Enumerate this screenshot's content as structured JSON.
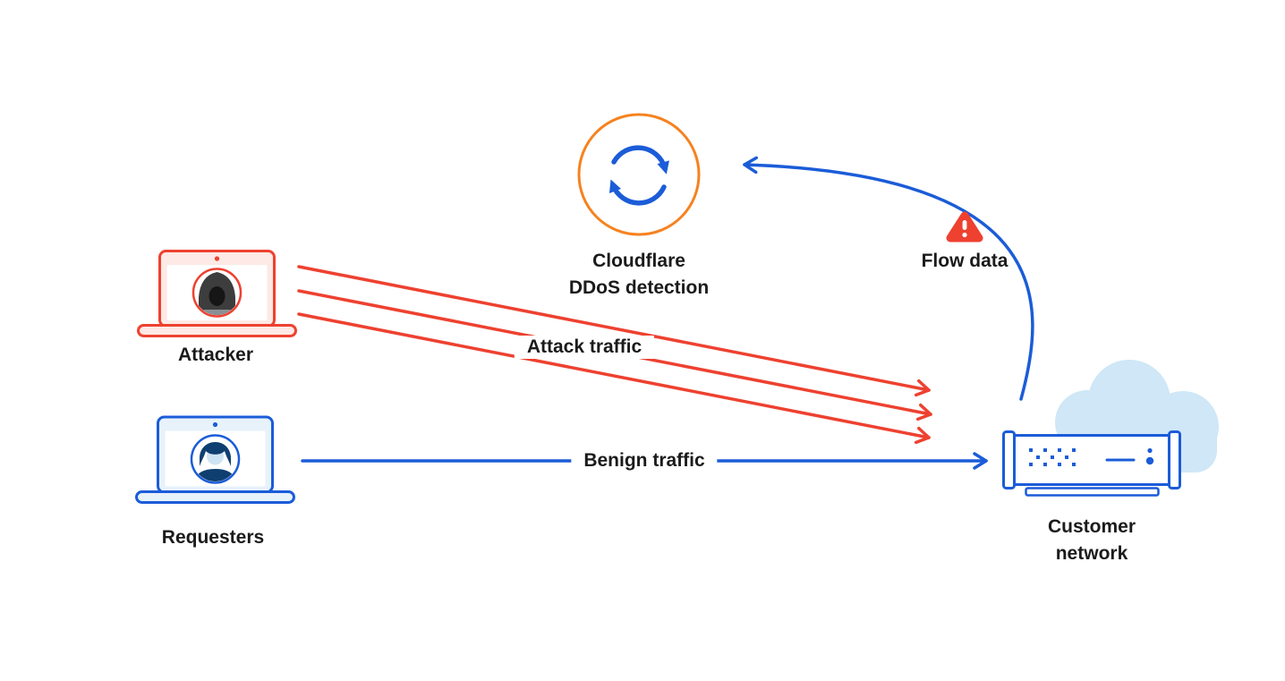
{
  "nodes": {
    "cloudflare": {
      "line1": "Cloudflare",
      "line2": "DDoS detection",
      "icon": "sync-icon"
    },
    "flow_data": {
      "label": "Flow data",
      "icon": "warning-icon"
    },
    "attacker": {
      "label": "Attacker",
      "icon": "attacker-laptop-icon"
    },
    "requesters": {
      "label": "Requesters",
      "icon": "requester-laptop-icon"
    },
    "customer": {
      "line1": "Customer",
      "line2": "network",
      "icon": "router-cloud-icon"
    }
  },
  "edges": {
    "attack": {
      "label": "Attack traffic",
      "from": "attacker",
      "to": "customer",
      "line_count": 3,
      "color": "#ee4130"
    },
    "benign": {
      "label": "Benign traffic",
      "from": "requesters",
      "to": "customer",
      "color": "#1b5cd8"
    },
    "flow": {
      "from": "customer",
      "to": "cloudflare",
      "color": "#1b5cd8"
    }
  },
  "colors": {
    "red": "#ee4130",
    "orange": "#f6821f",
    "blue": "#1b5cd8",
    "light_blue": "#cfe7f7",
    "red_tint": "#fde9e5",
    "blue_tint": "#e7f2fb",
    "navy": "#0f3f70",
    "face_light": "#cfe4f3",
    "hood_gray": "#3d3d3d",
    "face_dark": "#161616",
    "text": "#1b1b1b",
    "background": "#ffffff"
  }
}
